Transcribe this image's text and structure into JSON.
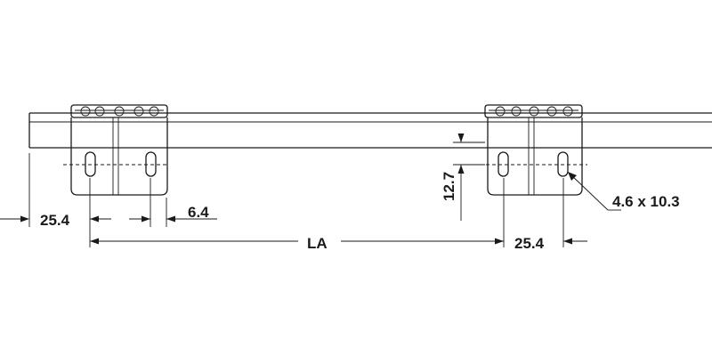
{
  "dimensions": {
    "left_spacing": "25.4",
    "slot_offset": "6.4",
    "length": "LA",
    "right_spacing": "25.4",
    "vertical_height": "12.7",
    "slot_size": "4.6 x 10.3"
  },
  "colors": {
    "line": "#1a1a1a",
    "background": "#ffffff"
  }
}
